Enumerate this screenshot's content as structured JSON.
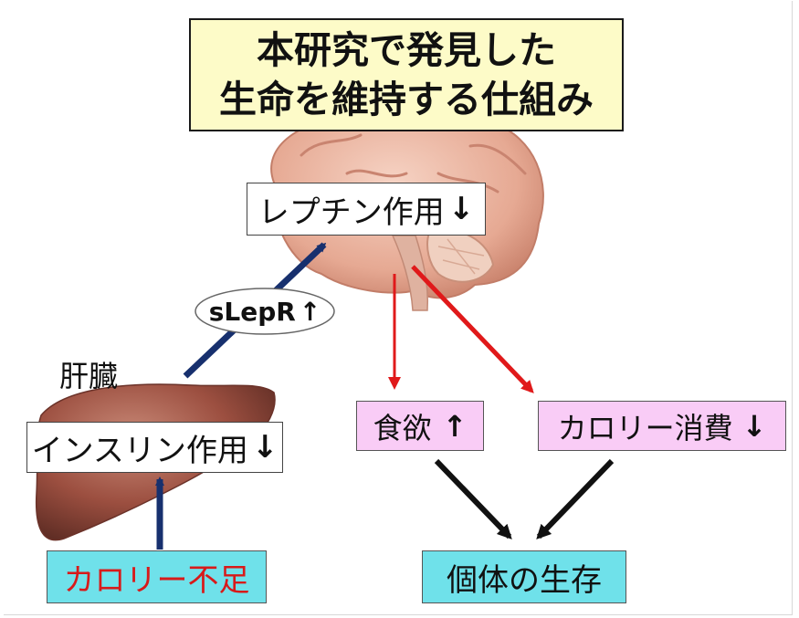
{
  "title": {
    "line1": "本研究で発見した",
    "line2": "生命を維持する仕組み"
  },
  "brain": {
    "label": "レプチン作用",
    "arrow": "↓"
  },
  "liver": {
    "name": "肝臓",
    "label": "インスリン作用",
    "arrow": "↓"
  },
  "slepr": {
    "label": "sLepR",
    "arrow": "↑"
  },
  "appetite": {
    "label": "食欲",
    "arrow": "↑"
  },
  "calorie_expenditure": {
    "label": "カロリー消費",
    "arrow": "↓"
  },
  "calorie_shortage": {
    "label": "カロリー不足"
  },
  "survival": {
    "label": "個体の生存"
  },
  "colors": {
    "title_bg": "#fdfbc8",
    "pink_box": "#f9ccf6",
    "cyan_box": "#6fe1ea",
    "navy_arrow": "#17306e",
    "red_arrow": "#e0191a",
    "shortage_text": "#d81a1a",
    "brain": "#e8b09c",
    "liver": "#9a4a3c"
  },
  "icons": [
    "brain-illustration",
    "liver-illustration"
  ]
}
